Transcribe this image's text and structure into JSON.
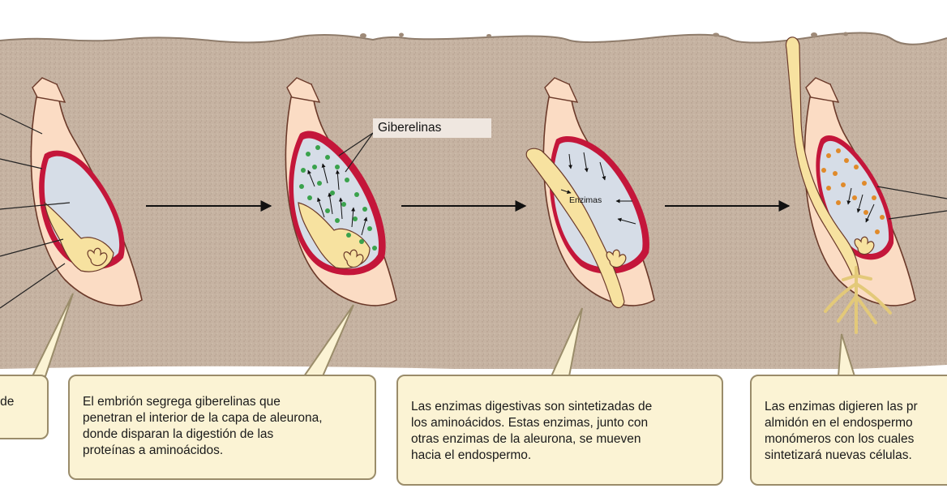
{
  "labels": {
    "giberelinas": "Giberelinas",
    "enzimas": "Enzimas"
  },
  "captions": [
    "ebe de",
    "El embrión segrega giberelinas que\npenetran el interior de la capa de aleurona,\ndonde disparan la digestión de las\nproteínas a aminoácidos.",
    "Las enzimas digestivas son sintetizadas de\nlos aminoácidos. Estas enzimas, junto con\notras enzimas de la aleurona, se mueven\nhacia el endospermo.",
    "Las enzimas digieren las pr\nalmidón en el endospermo\nmonómeros con los cuales\nsintetizará nuevas células."
  ],
  "colors": {
    "soil": "#c7b4a3",
    "seed_coat": "#fbdcc4",
    "aleurone": "#c4163a",
    "endosperm": "#d6dde7",
    "embryo": "#f7e2a0",
    "gibberellin_dots": "#3aa24c",
    "starch_dots": "#e08a2a",
    "caption_bg": "#fbf3d4"
  }
}
